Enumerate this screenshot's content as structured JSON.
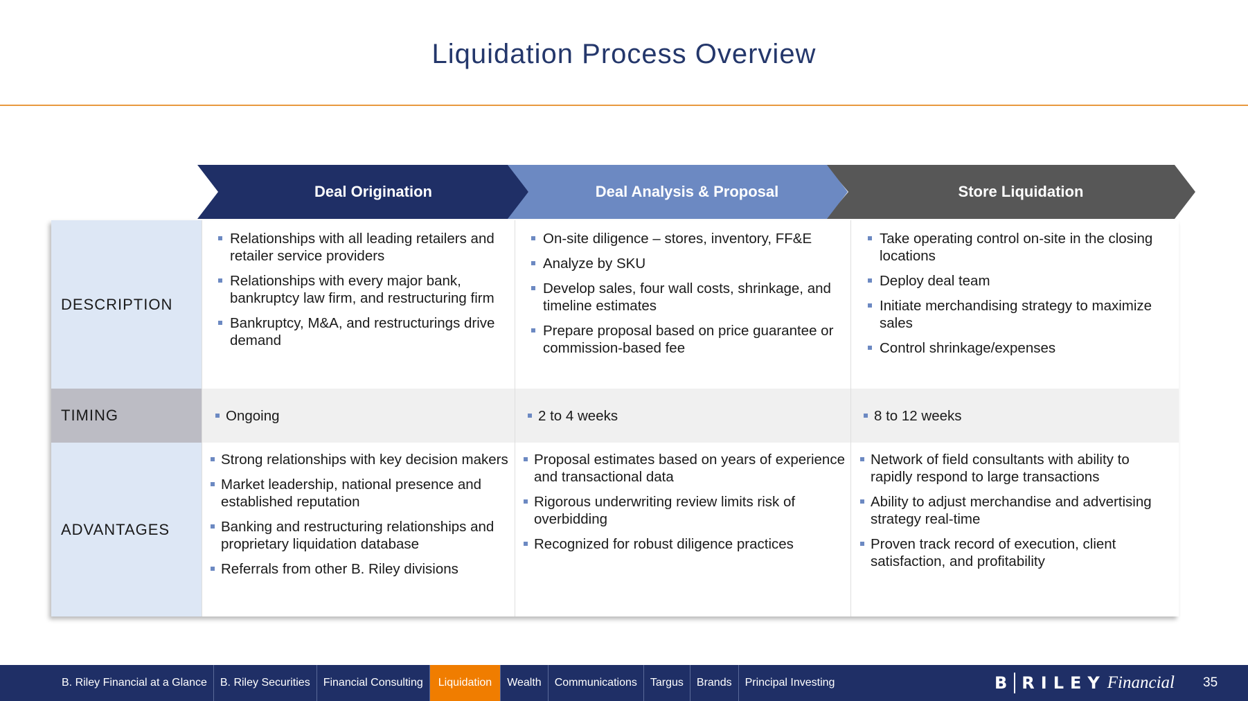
{
  "title": "Liquidation Process Overview",
  "stages": [
    {
      "label": "Deal Origination"
    },
    {
      "label": "Deal Analysis & Proposal"
    },
    {
      "label": "Store Liquidation"
    }
  ],
  "rows": {
    "description": {
      "label": "DESCRIPTION",
      "col1": [
        "Relationships with all leading retailers and retailer service providers",
        "Relationships with every major bank, bankruptcy law firm, and restructuring firm",
        "Bankruptcy, M&A, and restructurings drive demand"
      ],
      "col2": [
        "On-site diligence – stores, inventory, FF&E",
        "Analyze by SKU",
        "Develop sales, four wall costs, shrinkage, and timeline estimates",
        "Prepare proposal based on price guarantee or commission-based fee"
      ],
      "col3": [
        "Take operating control on-site in the closing locations",
        "Deploy deal team",
        "Initiate merchandising strategy to maximize sales",
        "Control shrinkage/expenses"
      ]
    },
    "timing": {
      "label": "TIMING",
      "col1": [
        "Ongoing"
      ],
      "col2": [
        "2 to 4 weeks"
      ],
      "col3": [
        "8 to 12 weeks"
      ]
    },
    "advantages": {
      "label": "ADVANTAGES",
      "col1": [
        "Strong relationships with key decision makers",
        "Market leadership, national presence and established reputation",
        "Banking and restructuring relationships and proprietary liquidation database",
        "Referrals from other B. Riley divisions"
      ],
      "col2": [
        "Proposal estimates based on years of experience and transactional data",
        "Rigorous underwriting review limits risk of overbidding",
        "Recognized for robust diligence practices"
      ],
      "col3": [
        "Network of field consultants with ability to rapidly respond to large transactions",
        "Ability to adjust merchandise and advertising strategy real-time",
        "Proven track record of execution, client satisfaction, and profitability"
      ]
    }
  },
  "footer": {
    "nav": [
      "B. Riley Financial at a Glance",
      "B. Riley Securities",
      "Financial Consulting",
      "Liquidation",
      "Wealth",
      "Communications",
      "Targus",
      "Brands",
      "Principal Investing"
    ],
    "active": "Liquidation",
    "logo_b": "B",
    "logo_riley": "RILEY",
    "logo_financial": "Financial",
    "page_number": "35"
  },
  "colors": {
    "navy": "#1f2f66",
    "steel_blue": "#6c89c2",
    "gray": "#575757",
    "orange": "#f07d00",
    "rule": "#e8993e"
  }
}
